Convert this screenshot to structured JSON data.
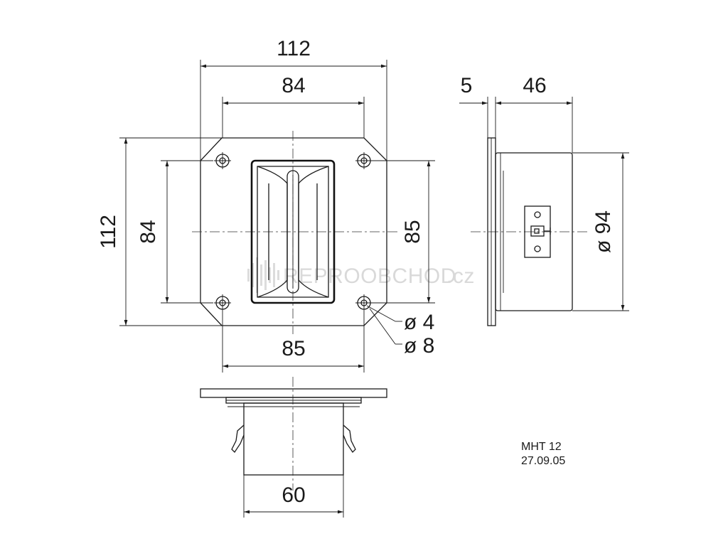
{
  "dimensions": {
    "front_width": "112",
    "front_inner_width": "84",
    "front_height": "112",
    "front_inner_height": "84",
    "hole_pitch_right": "85",
    "hole_pitch_bottom": "85",
    "hole_small_dia": "ø 4",
    "hole_large_dia": "ø 8",
    "side_flange": "5",
    "side_depth": "46",
    "side_diameter": "ø 94",
    "bottom_width": "60"
  },
  "title_block": {
    "model": "MHT 12",
    "date": "27.09.05"
  },
  "watermark": {
    "text": "REPROOBCHOD",
    "suffix": ".cz"
  }
}
